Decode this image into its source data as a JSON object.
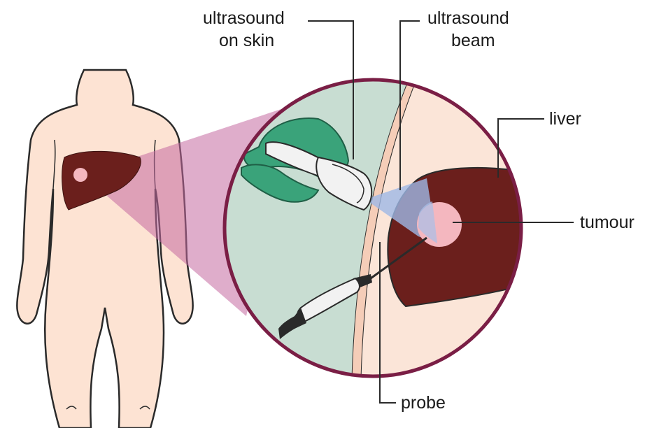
{
  "labels": {
    "ultrasound_on_skin_line1": "ultrasound",
    "ultrasound_on_skin_line2": "on skin",
    "ultrasound_beam_line1": "ultrasound",
    "ultrasound_beam_line2": "beam",
    "liver": "liver",
    "tumour": "tumour",
    "probe": "probe"
  },
  "colors": {
    "skin": "#fde3d3",
    "skin_outline": "#2a2a2a",
    "liver": "#6b1f1c",
    "tumour": "#f4b7bf",
    "projection_cone": "#c46aa0",
    "circle_border": "#7a1e45",
    "circle_background_left": "#c8ddd2",
    "circle_background_right": "#fbe5d8",
    "glove": "#3aa37a",
    "ultrasound_beam": "#9fb8e6",
    "probe_body": "#f2f2f2"
  },
  "icons": [
    "human-body-icon",
    "liver-icon",
    "gloved-hand-icon",
    "ultrasound-transducer-icon",
    "ablation-probe-icon"
  ]
}
